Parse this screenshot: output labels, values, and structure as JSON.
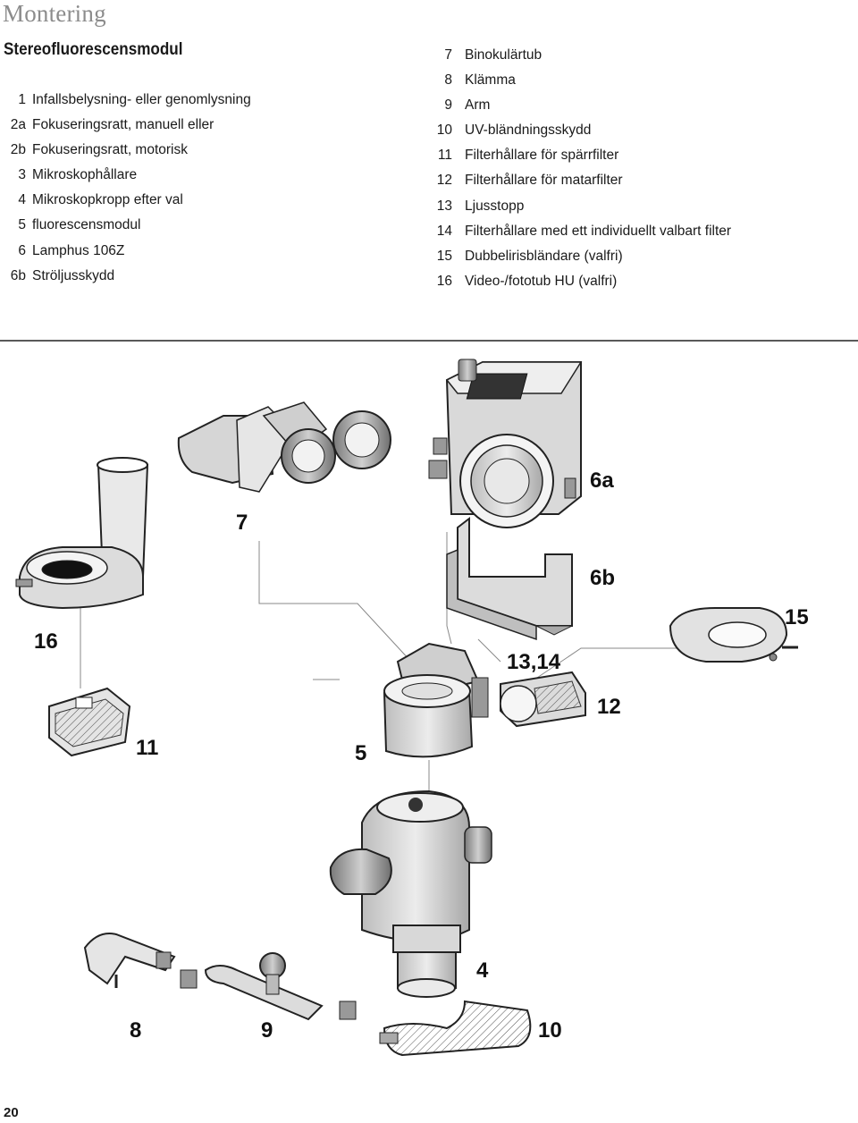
{
  "page": {
    "chapter_title": "Montering",
    "section_title": "Stereofluorescensmodul",
    "page_number": "20"
  },
  "legend_left": [
    {
      "num": "1",
      "label": "Infallsbelysning- eller genomlysning"
    },
    {
      "num": "2a",
      "label": "Fokuseringsratt, manuell eller"
    },
    {
      "num": "2b",
      "label": "Fokuseringsratt, motorisk"
    },
    {
      "num": "3",
      "label": "Mikroskophållare"
    },
    {
      "num": "4",
      "label": "Mikroskopkropp efter val"
    },
    {
      "num": "5",
      "label": "fluorescensmodul"
    },
    {
      "num": "6",
      "label": "Lamphus 106Z"
    },
    {
      "num": "6b",
      "label": "Ströljusskydd"
    }
  ],
  "legend_right": [
    {
      "num": "7",
      "label": "Binokulärtub"
    },
    {
      "num": "8",
      "label": "Klämma"
    },
    {
      "num": "9",
      "label": "Arm"
    },
    {
      "num": "10",
      "label": "UV-bländningsskydd"
    },
    {
      "num": "11",
      "label": "Filterhållare för spärrfilter"
    },
    {
      "num": "12",
      "label": "Filterhållare för matarfilter"
    },
    {
      "num": "13",
      "label": "Ljusstopp"
    },
    {
      "num": "14",
      "label": "Filterhållare med ett individuellt valbart filter"
    },
    {
      "num": "15",
      "label": "Dubbelirisbländare (valfri)"
    },
    {
      "num": "16",
      "label": "Video-/fototub HU (valfri)"
    }
  ],
  "figure": {
    "callouts": {
      "c6a": "6a",
      "c7": "7",
      "c6b": "6b",
      "c15": "15",
      "c16": "16",
      "c1314": "13,14",
      "c12": "12",
      "c11": "11",
      "c5": "5",
      "c4": "4",
      "c8": "8",
      "c9": "9",
      "c10": "10"
    }
  }
}
